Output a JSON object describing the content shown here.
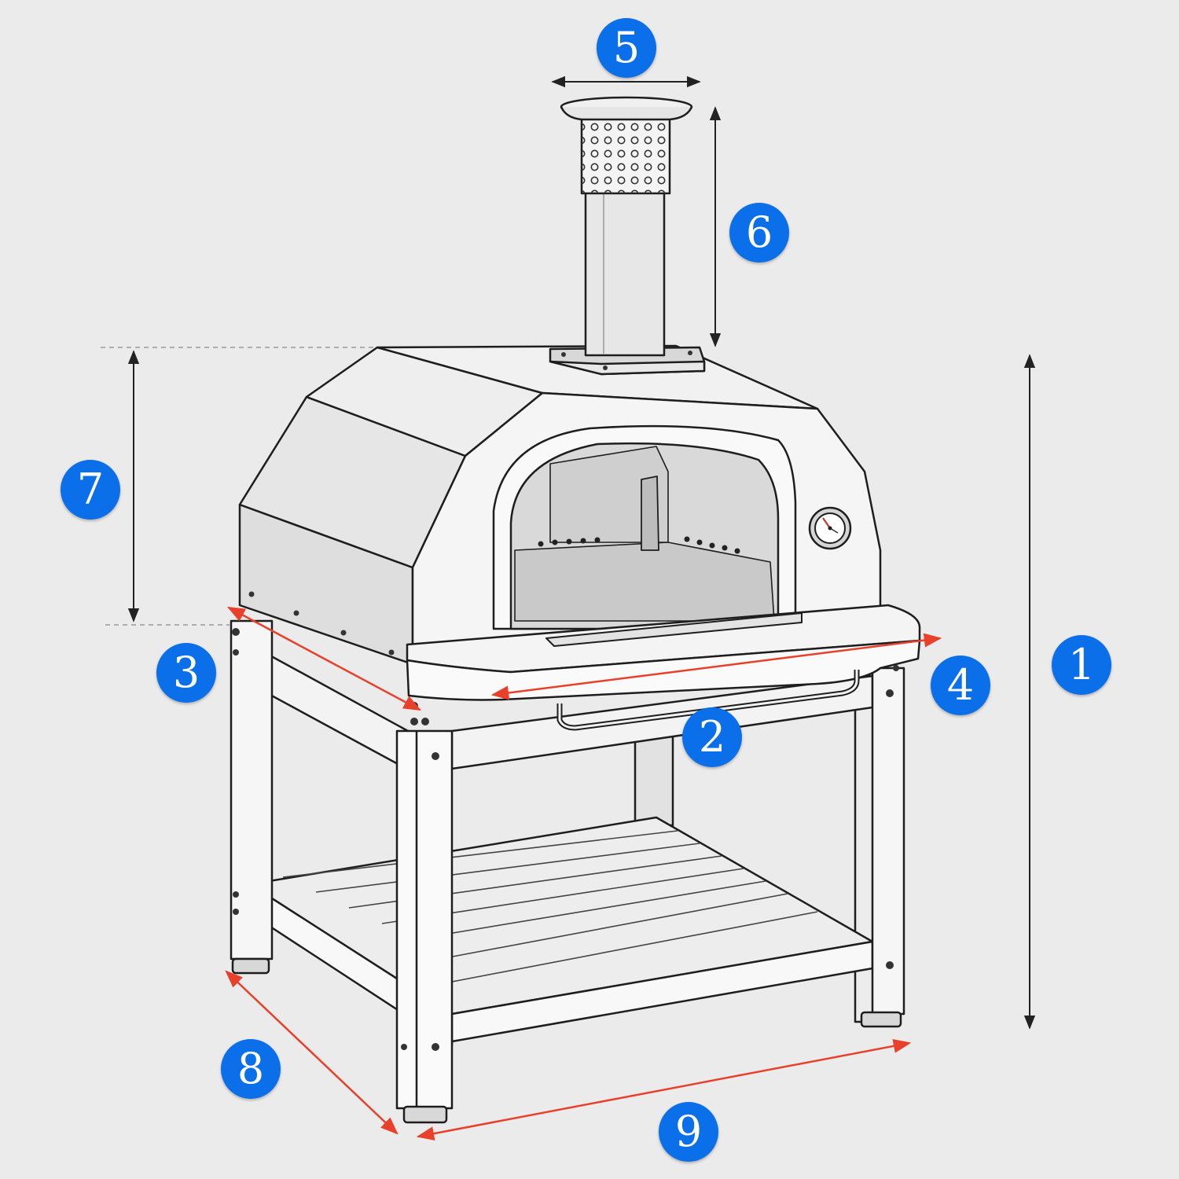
{
  "callouts": [
    {
      "label": "1",
      "dimension": "overall-height"
    },
    {
      "label": "2",
      "dimension": "front-shelf-width"
    },
    {
      "label": "3",
      "dimension": "oven-base-depth"
    },
    {
      "label": "4",
      "dimension": "front-shelf-depth"
    },
    {
      "label": "5",
      "dimension": "chimney-cap-diameter"
    },
    {
      "label": "6",
      "dimension": "chimney-height"
    },
    {
      "label": "7",
      "dimension": "oven-dome-height"
    },
    {
      "label": "8",
      "dimension": "stand-depth"
    },
    {
      "label": "9",
      "dimension": "stand-width"
    }
  ],
  "colors": {
    "callout": "#0a6fe8",
    "dimension_accent": "#e8402a",
    "dimension_line": "#222222",
    "background": "#ebebeb"
  }
}
